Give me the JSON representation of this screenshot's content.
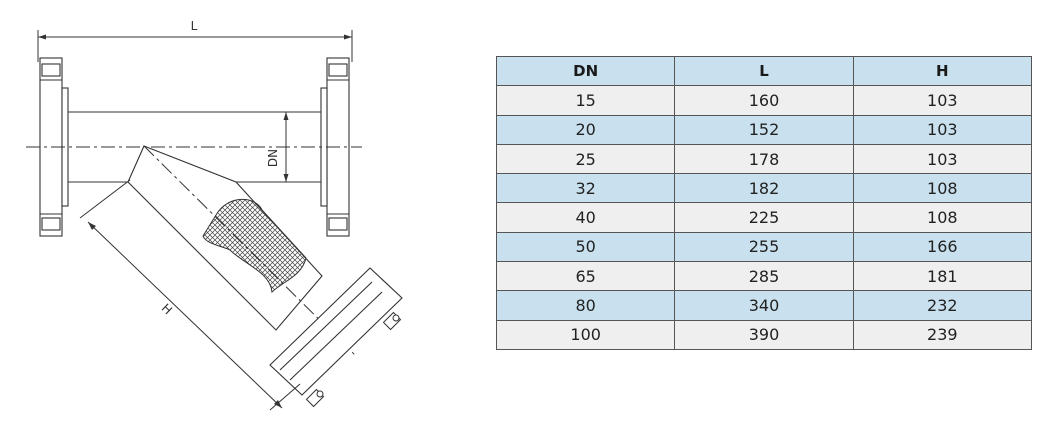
{
  "drawing": {
    "label_length": "L",
    "label_diameter": "DN",
    "label_height": "H"
  },
  "table": {
    "headers": [
      "DN",
      "L",
      "H"
    ],
    "rows": [
      [
        "15",
        "160",
        "103"
      ],
      [
        "20",
        "152",
        "103"
      ],
      [
        "25",
        "178",
        "103"
      ],
      [
        "32",
        "182",
        "108"
      ],
      [
        "40",
        "225",
        "108"
      ],
      [
        "50",
        "255",
        "166"
      ],
      [
        "65",
        "285",
        "181"
      ],
      [
        "80",
        "340",
        "232"
      ],
      [
        "100",
        "390",
        "239"
      ]
    ],
    "row_colors": {
      "header": "#c9e1ef",
      "even": "#efefef",
      "odd": "#c9e1ef"
    }
  }
}
